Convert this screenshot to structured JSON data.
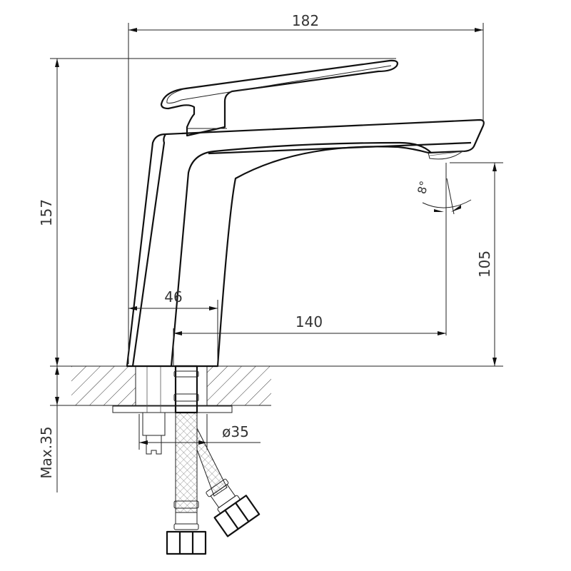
{
  "drawing": {
    "title": "Basin faucet side view technical drawing",
    "dimensions": {
      "overall_width": "182",
      "overall_height": "157",
      "spout_height": "105",
      "base_depth": "46",
      "spout_reach": "140",
      "spout_angle": "8°",
      "hole_diameter": "ø35",
      "max_counter_thickness": "Max.35"
    }
  }
}
